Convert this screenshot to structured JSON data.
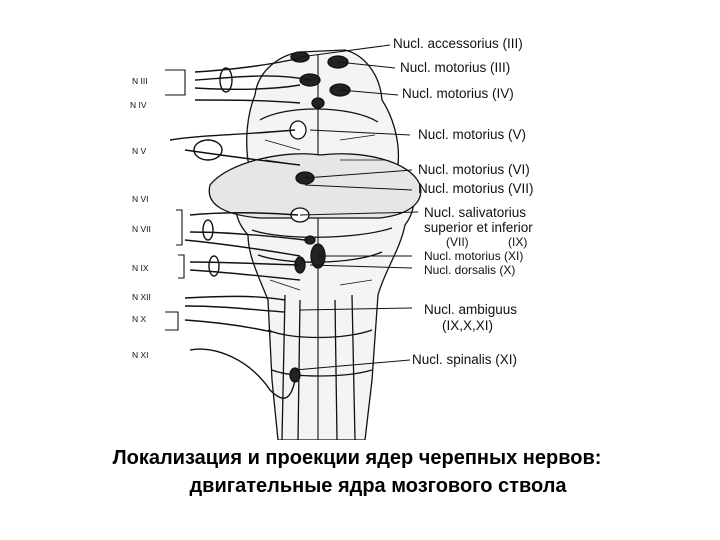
{
  "nuclei_labels": [
    "Nucl. accessorius (III)",
    "Nucl. motorius (III)",
    "Nucl. motorius (IV)",
    "Nucl. motorius (V)",
    "Nucl. motorius (VI)",
    "Nucl. motorius (VII)",
    "Nucl. salivatorius",
    "superior et inferior",
    "(VII)",
    "(IX)",
    "Nucl. motorius (XI)",
    "Nucl. dorsalis (X)",
    "Nucl. ambiguus",
    "(IX,X,XI)",
    "Nucl. spinalis (XI)"
  ],
  "nerve_labels": [
    "N III",
    "N IV",
    "N V",
    "N VI",
    "N VII",
    "N IX",
    "N XII",
    "N X",
    "N XI"
  ],
  "caption": {
    "line1": "Локализация и проекции ядер черепных нервов:",
    "line2": "двигательные ядра мозгового ствола"
  }
}
